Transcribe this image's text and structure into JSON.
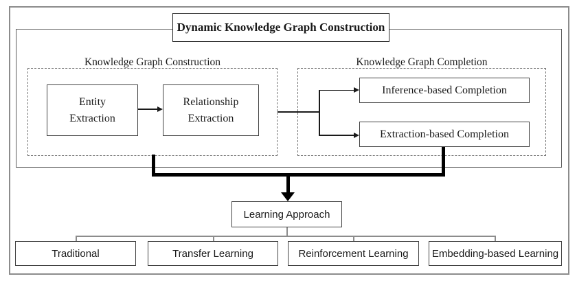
{
  "diagram": {
    "title": "Dynamic Knowledge Graph Construction",
    "construction": {
      "label": "Knowledge Graph Construction",
      "entity": "Entity Extraction",
      "relationship": "Relationship Extraction"
    },
    "completion": {
      "label": "Knowledge Graph Completion",
      "inference": "Inference-based Completion",
      "extraction": "Extraction-based Completion"
    },
    "learning": {
      "root": "Learning Approach",
      "children": [
        "Traditional",
        "Transfer Learning",
        "Reinforcement Learning",
        "Embedding-based Learning"
      ]
    },
    "colors": {
      "background": "#ffffff",
      "text": "#1a1a1a",
      "node_border": "#404040",
      "frame_border": "#8c8c8c",
      "dashed_border": "#737373",
      "thick_line": "#000000",
      "tree_line": "#8c8c8c"
    }
  }
}
